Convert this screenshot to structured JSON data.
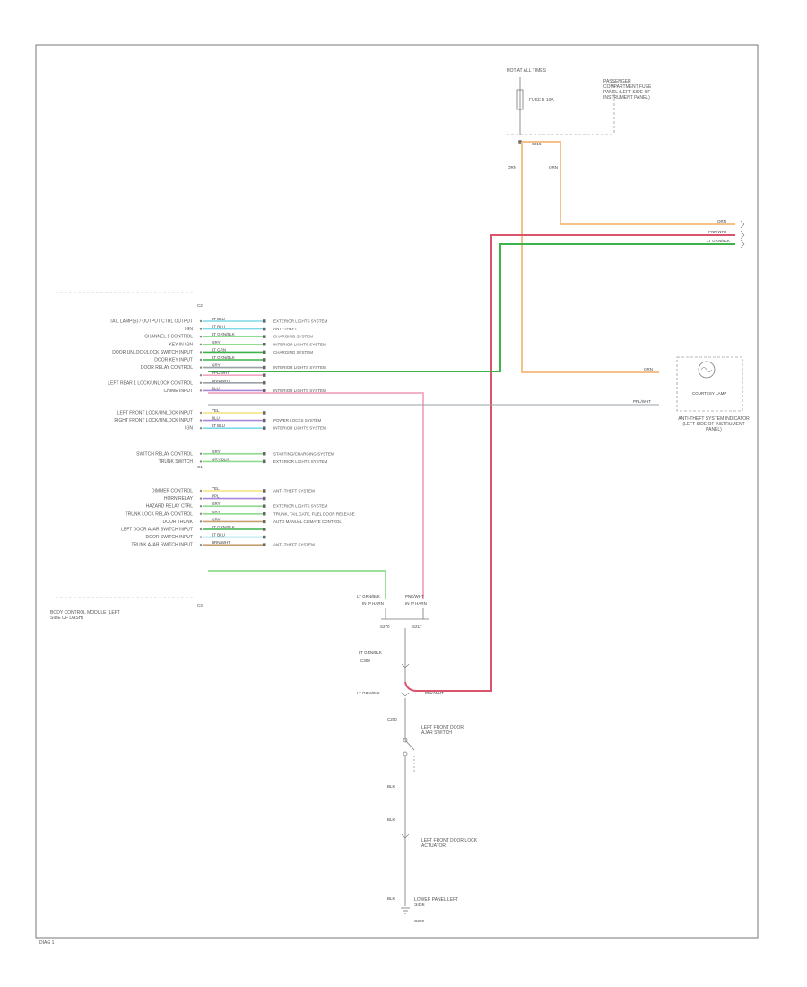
{
  "page_label": "DIAG 1",
  "colors": {
    "orange": "#f5c08a",
    "red": "#d9546d",
    "green": "#3db34a",
    "cyan": "#7fd8e6",
    "yellow": "#f3e27a",
    "purple": "#a888d8",
    "gray": "#9aa0a6",
    "pink": "#f2a8c0",
    "light_green": "#8fdc8f",
    "brown": "#c8a070",
    "frame": "#777777"
  },
  "fuse_block": {
    "title": "HOT AT ALL TIMES",
    "fuse": "FUSE 5 10A",
    "panel": "PASSENGER COMPARTMENT FUSE PANEL (LEFT SIDE OF INSTRUMENT PANEL)"
  },
  "module": {
    "name": "BODY CONTROL MODULE (LEFT SIDE OF DASH)",
    "connector_top": "C2",
    "connector_mid": "C1",
    "connector_bottom": "C3",
    "pins": [
      {
        "label": "TAIL LAMP(S) / OUTPUT CTRL OUTPUT",
        "wire": "LT BLU",
        "color": "cyan",
        "dest": "EXTERIOR LIGHTS SYSTEM"
      },
      {
        "label": "IGN",
        "wire": "LT BLU",
        "color": "cyan",
        "dest": "ANTI-THEFT"
      },
      {
        "label": "CHANNEL 1 CONTROL",
        "wire": "LT GRN/BLK",
        "color": "light_green",
        "dest": "CHARGING SYSTEM"
      },
      {
        "label": "KEY IN IGN",
        "wire": "GRY",
        "color": "light_green",
        "dest": "INTERIOR LIGHTS SYSTEM"
      },
      {
        "label": "DOOR UNLOCK/LOCK SWITCH INPUT",
        "wire": "LT GRN",
        "color": "green",
        "dest": "CHARGING SYSTEM"
      },
      {
        "label": "DOOR KEY INPUT",
        "wire": "LT GRN/BLK",
        "color": "green",
        "dest": ""
      },
      {
        "label": "DOOR RELAY CONTROL",
        "wire": "GRY",
        "color": "gray",
        "dest": "INTERIOR LIGHTS SYSTEM"
      },
      {
        "label": "",
        "wire": "PPL/WHT",
        "color": "pink",
        "dest": ""
      },
      {
        "label": "LEFT REAR 1 LOCK/UNLOCK CONTROL",
        "wire": "BRN/WHT",
        "color": "gray",
        "dest": ""
      },
      {
        "label": "CHIME INPUT",
        "wire": "BLU",
        "color": "purple",
        "dest": "INTERIOR LIGHTS SYSTEM"
      },
      {
        "label": "LEFT FRONT LOCK/UNLOCK INPUT",
        "wire": "YEL",
        "color": "yellow",
        "dest": ""
      },
      {
        "label": "RIGHT FRONT LOCK/UNLOCK INPUT",
        "wire": "BLU",
        "color": "purple",
        "dest": "POWER LOCKS SYSTEM"
      },
      {
        "label": "IGN",
        "wire": "LT BLU",
        "color": "cyan",
        "dest": "INTERIOR LIGHTS SYSTEM"
      },
      {
        "label": "SWITCH RELAY CONTROL",
        "wire": "GRY",
        "color": "light_green",
        "dest": "STARTING/CHARGING SYSTEM"
      },
      {
        "label": "TRUNK SWITCH",
        "wire": "GRY/BLK",
        "color": "light_green",
        "dest": "EXTERIOR LIGHTS SYSTEM"
      },
      {
        "label": "DIMMER CONTROL",
        "wire": "YEL",
        "color": "yellow",
        "dest": "ANTI-THEFT SYSTEM"
      },
      {
        "label": "HORN RELAY",
        "wire": "PPL",
        "color": "purple",
        "dest": ""
      },
      {
        "label": "HAZARD RELAY CTRL",
        "wire": "GRY",
        "color": "light_green",
        "dest": "EXTERIOR LIGHTS SYSTEM"
      },
      {
        "label": "TRUNK LOCK RELAY CONTROL",
        "wire": "GRY",
        "color": "light_green",
        "dest": "TRUNK, TAIL GATE, FUEL DOOR RELEASE"
      },
      {
        "label": "DOOR TRUNK",
        "wire": "GRY",
        "color": "brown",
        "dest": "AUTO MANUAL CLIMATE CONTROL"
      },
      {
        "label": "LEFT DOOR AJAR SWITCH INPUT",
        "wire": "LT GRN/BLK",
        "color": "green",
        "dest": ""
      },
      {
        "label": "DOOR SWITCH INPUT",
        "wire": "LT BLU",
        "color": "cyan",
        "dest": ""
      },
      {
        "label": "TRUNK AJAR SWITCH INPUT",
        "wire": "BRN/WHT",
        "color": "brown",
        "dest": "ANTI-THEFT SYSTEM"
      }
    ]
  },
  "splices": {
    "left": {
      "label": "LT GRN/BLK",
      "ref": "S270",
      "sub": "IN IP HARN"
    },
    "right": {
      "label": "PNK/WHT",
      "ref": "S217",
      "sub": "IN IP HARN"
    }
  },
  "bottom_switch": {
    "wire_a": "LT GRN/BLK",
    "wire_b": "LT GRN/BLK",
    "wire_c": "PNK/WHT",
    "connector_a": "C300",
    "connector_b": "C200",
    "name": "LEFT FRONT DOOR AJAR SWITCH",
    "wire_down": "BLK",
    "wire_mid": "BLK",
    "component_mid": "LEFT FRONT DOOR LOCK ACTUATOR",
    "ground": "G200",
    "ground_desc": "LOWER PANEL LEFT SIDE"
  },
  "right_wires": [
    {
      "label": "ORN",
      "color": "orange"
    },
    {
      "label": "PNK/WHT",
      "color": "red"
    },
    {
      "label": "LT GRN/BLK",
      "color": "green"
    }
  ],
  "fuse_wires": {
    "left": "ORN",
    "right": "ORN",
    "splice": "S215"
  },
  "lamp": {
    "name": "COURTESY LAMP",
    "desc": "ANTI-THEFT SYSTEM INDICATOR (LEFT SIDE OF INSTRUMENT PANEL)",
    "wire_top": "ORN",
    "wire_bottom": "PPL/WHT"
  }
}
